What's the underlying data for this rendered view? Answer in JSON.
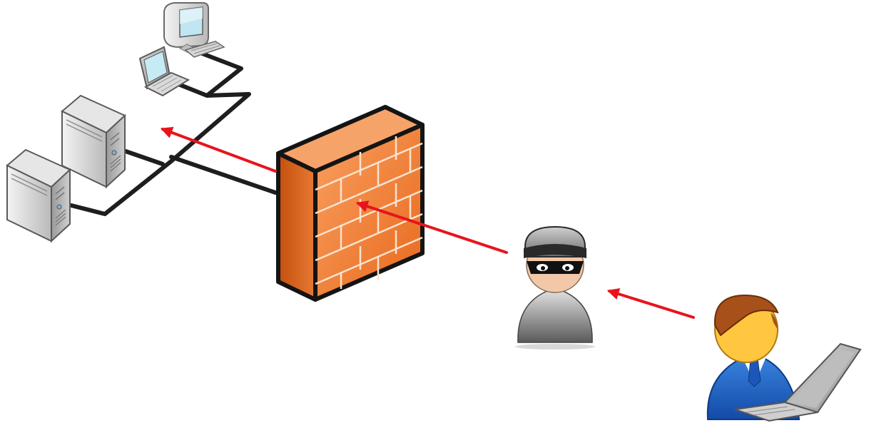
{
  "diagram": {
    "nodes": [
      {
        "id": "desktop",
        "icon": "desktop-computer-icon"
      },
      {
        "id": "laptop",
        "icon": "laptop-icon"
      },
      {
        "id": "server-1",
        "icon": "tower-server-icon"
      },
      {
        "id": "server-2",
        "icon": "tower-server-icon"
      },
      {
        "id": "firewall",
        "icon": "brick-firewall-icon"
      },
      {
        "id": "attacker",
        "icon": "masked-attacker-icon"
      },
      {
        "id": "user",
        "icon": "user-with-laptop-icon"
      }
    ],
    "arrows": [
      {
        "from": "user",
        "to": "attacker"
      },
      {
        "from": "attacker",
        "to": "firewall"
      },
      {
        "from": "firewall",
        "to": "server-1"
      }
    ],
    "colors": {
      "arrow": "#e8141c",
      "cable": "#1e1e1e",
      "firewall": "#f07a2c",
      "user_shirt": "#1d63c8"
    }
  }
}
